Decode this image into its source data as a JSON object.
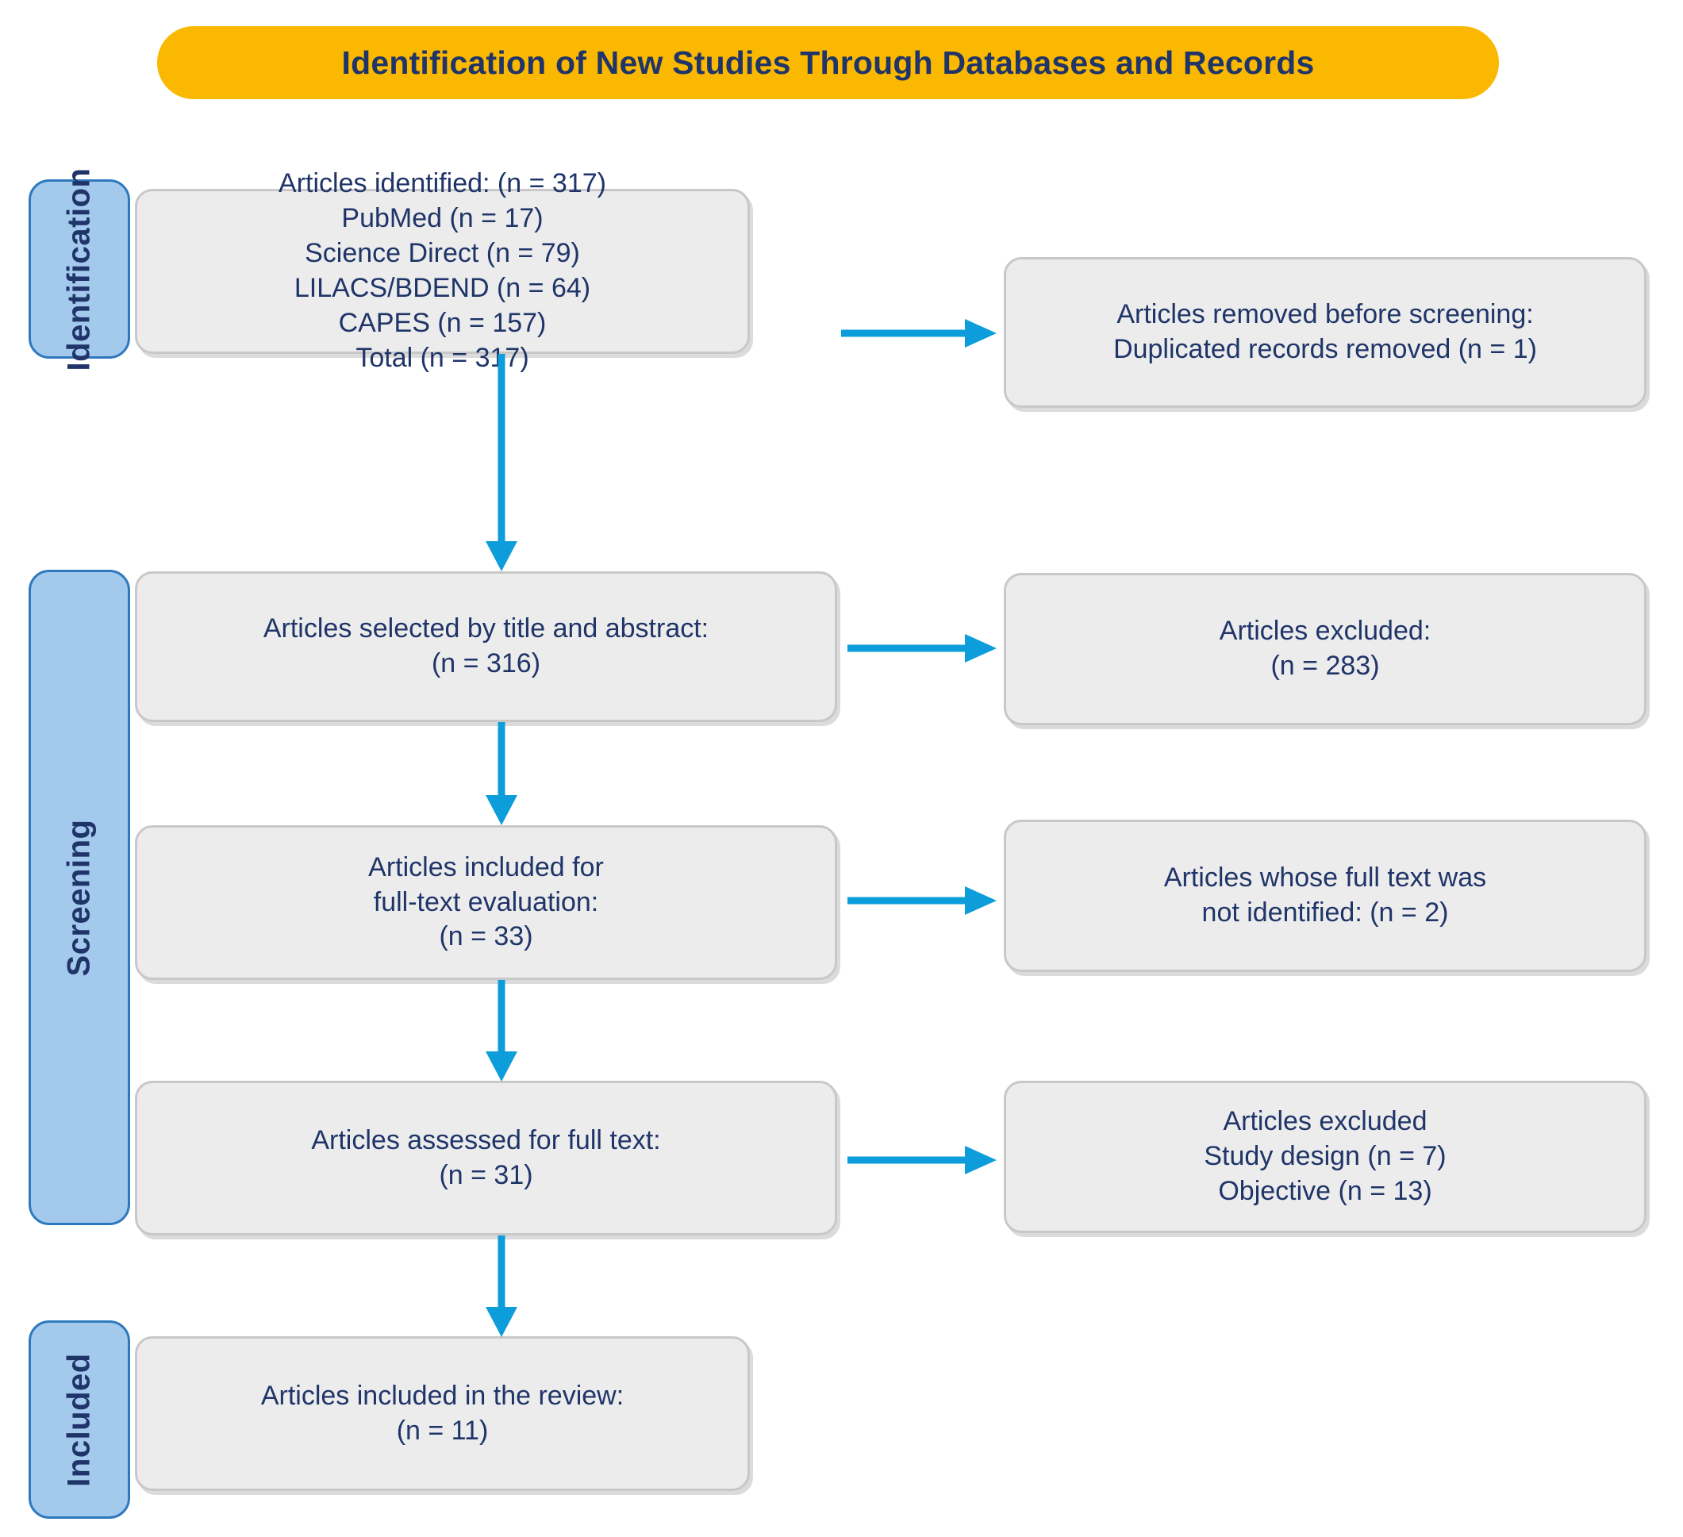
{
  "header": {
    "title": "Identification of New Studies Through Databases and Records",
    "banner_color": "#fbb800",
    "text_color": "#1f3468"
  },
  "theme": {
    "box_fill": "#ececec",
    "box_border": "#c8c8c8",
    "stage_fill": "#a3c9ec",
    "stage_border": "#2e79bd",
    "arrow_color": "#0d9ddb",
    "text_color": "#1f3468"
  },
  "stages": [
    {
      "id": "identification",
      "label": "Identification"
    },
    {
      "id": "screening",
      "label": "Screening"
    },
    {
      "id": "included",
      "label": "Included"
    }
  ],
  "boxes": {
    "identified": {
      "lines": [
        "Articles identified: (n = 317)",
        "PubMed (n = 17)",
        "Science Direct (n = 79)",
        "LILACS/BDEND (n = 64)",
        "CAPES (n = 157)",
        "Total (n = 317)"
      ]
    },
    "removed_before_screening": {
      "lines": [
        "Articles removed before screening:",
        "Duplicated records removed (n = 1)"
      ]
    },
    "selected_title_abstract": {
      "lines": [
        "Articles selected by title and abstract:",
        "(n = 316)"
      ]
    },
    "excluded_283": {
      "lines": [
        "Articles excluded:",
        "(n = 283)"
      ]
    },
    "included_fulltext_eval": {
      "lines": [
        "Articles included for",
        "full-text evaluation:",
        "(n = 33)"
      ]
    },
    "fulltext_not_identified": {
      "lines": [
        "Articles whose full text was",
        "not identified: (n = 2)"
      ]
    },
    "assessed_fulltext": {
      "lines": [
        "Articles assessed for full text:",
        "(n = 31)"
      ]
    },
    "excluded_reasons": {
      "lines": [
        "Articles excluded",
        "Study design (n = 7)",
        "Objective (n = 13)"
      ]
    },
    "included_review": {
      "lines": [
        "Articles included in the review:",
        "(n = 11)"
      ]
    }
  },
  "arrows": {
    "horizontal": [
      {
        "id": "to-removed",
        "from": "identified",
        "to": "removed_before_screening"
      },
      {
        "id": "to-excluded-283",
        "from": "selected_title_abstract",
        "to": "excluded_283"
      },
      {
        "id": "to-nofulltext",
        "from": "included_fulltext_eval",
        "to": "fulltext_not_identified"
      },
      {
        "id": "to-excluded-reasons",
        "from": "assessed_fulltext",
        "to": "excluded_reasons"
      }
    ],
    "vertical": [
      {
        "id": "identified-to-selected",
        "from": "identified",
        "to": "selected_title_abstract"
      },
      {
        "id": "selected-to-fulltext",
        "from": "selected_title_abstract",
        "to": "included_fulltext_eval"
      },
      {
        "id": "fulltext-to-assessed",
        "from": "included_fulltext_eval",
        "to": "assessed_fulltext"
      },
      {
        "id": "assessed-to-included",
        "from": "assessed_fulltext",
        "to": "included_review"
      }
    ]
  }
}
